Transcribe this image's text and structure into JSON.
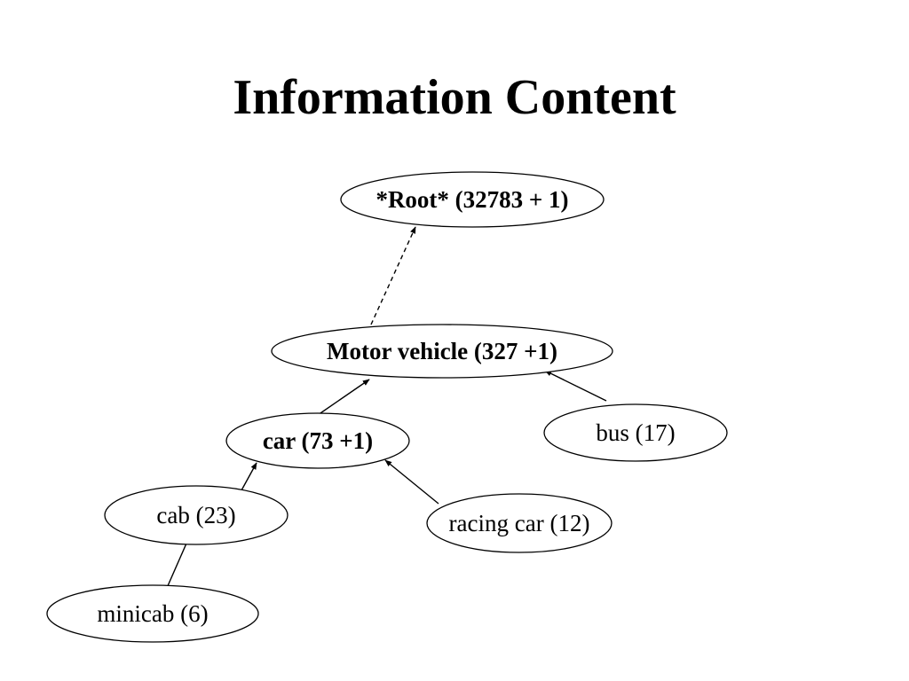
{
  "slide": {
    "title": "Information Content"
  },
  "diagram": {
    "nodes": [
      {
        "id": "root",
        "label": "*Root* (32783 + 1)",
        "bold": true
      },
      {
        "id": "motor-vehicle",
        "label": "Motor vehicle (327 +1)",
        "bold": true
      },
      {
        "id": "bus",
        "label": "bus (17)",
        "bold": false
      },
      {
        "id": "car",
        "label": "car (73 +1)",
        "bold": true
      },
      {
        "id": "cab",
        "label": "cab (23)",
        "bold": false
      },
      {
        "id": "racing-car",
        "label": "racing car (12)",
        "bold": false
      },
      {
        "id": "minicab",
        "label": "minicab (6)",
        "bold": false
      }
    ],
    "edges": [
      {
        "from": "motor-vehicle",
        "to": "root",
        "style": "dashed"
      },
      {
        "from": "car",
        "to": "motor-vehicle",
        "style": "solid"
      },
      {
        "from": "bus",
        "to": "motor-vehicle",
        "style": "solid"
      },
      {
        "from": "cab",
        "to": "car",
        "style": "solid"
      },
      {
        "from": "racing-car",
        "to": "car",
        "style": "solid"
      },
      {
        "from": "minicab",
        "to": "cab",
        "style": "solid"
      }
    ],
    "colors": {
      "stroke": "#000000",
      "background": "#ffffff"
    }
  }
}
